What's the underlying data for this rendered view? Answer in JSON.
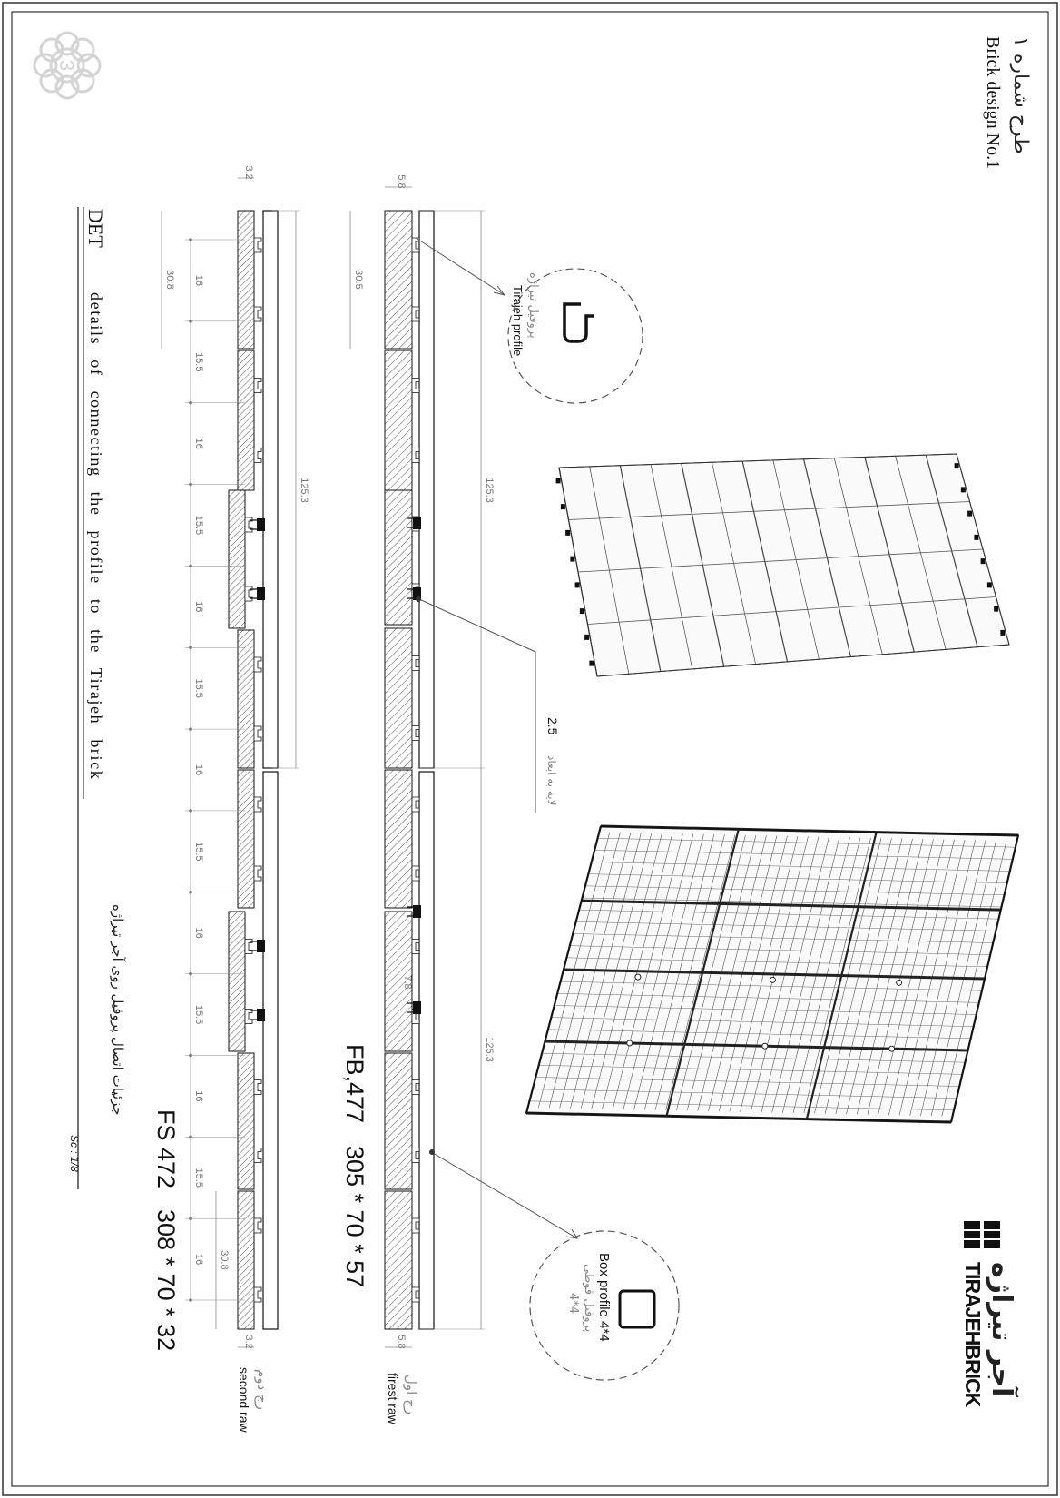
{
  "title": {
    "fa": "طرح شماره ۱",
    "en": "Brick design No.1"
  },
  "sheet_number": "3",
  "brand": {
    "fa": "آجر تیراژه",
    "en": "TIRAJEHBRICK"
  },
  "det": {
    "heading": "DET",
    "en": "details of connecting the profile to the Tirajeh brick",
    "fa": "جزئیات اتصال پروفیل روی آجر تیراژه",
    "scale": "Sc : 1/8"
  },
  "callouts": {
    "tirajeh_profile": {
      "fa": "پروفیل تیراژه",
      "en": "Tirajeh profile"
    },
    "box_profile": {
      "en": "Box profile 4*4",
      "fa": "پروفیل قوطی",
      "size": "4*4"
    },
    "spacing": {
      "value": "2.5",
      "fa": "لایه به ابعاد"
    }
  },
  "rows": [
    {
      "code": "FB,477",
      "dims": "305 * 70 * 57",
      "label_fa": "رج اول",
      "label_en": "firest raw",
      "thickness": "5.8",
      "brick_length": "30.5",
      "gap": "7.8",
      "profile_length": "125.3",
      "spacings": []
    },
    {
      "code": "FS 472",
      "dims": "308 * 70 * 32",
      "label_fa": "رج دوم",
      "label_en": "second raw",
      "thickness": "3.2",
      "brick_length": "30.8",
      "profile_length": "125.3",
      "spacings": [
        "16",
        "15.5",
        "16",
        "15.5",
        "16",
        "15.5",
        "16",
        "15.5",
        "16",
        "15.5",
        "16",
        "15.5",
        "16"
      ]
    }
  ]
}
